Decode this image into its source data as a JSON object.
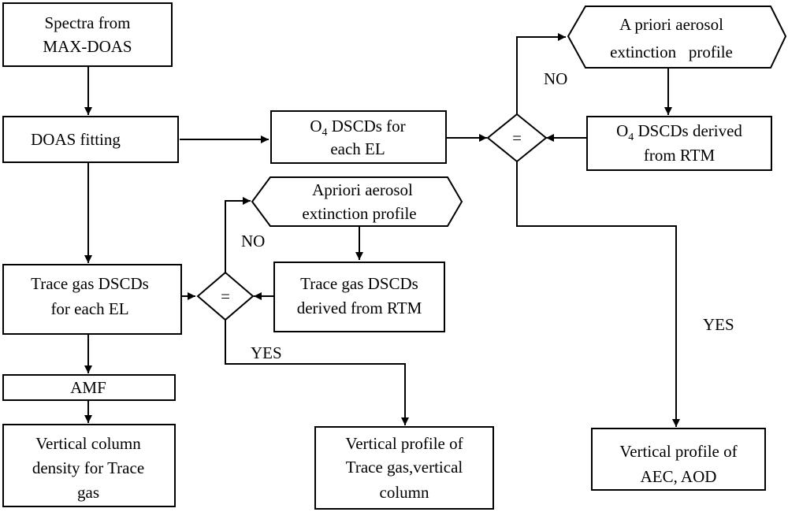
{
  "nodes": {
    "spectra": {
      "lines": [
        "Spectra from",
        "MAX-DOAS"
      ]
    },
    "doas_fitting": {
      "lines": [
        "DOAS fitting"
      ]
    },
    "o4_dscds": {
      "line1_main": "O",
      "line1_sub": "4",
      "line1_rest": " DSCDs for",
      "line2": "each EL"
    },
    "eq_top": {
      "symbol": "="
    },
    "apriori_top": {
      "lines": [
        "A priori aerosol",
        "extinction   profile"
      ]
    },
    "o4_rtm": {
      "line1_main": "O",
      "line1_sub": "4",
      "line1_rest": " DSCDs derived",
      "line2": "from RTM"
    },
    "apriori_mid": {
      "lines": [
        "Apriori aerosol",
        "extinction profile"
      ]
    },
    "trace_dscds": {
      "lines": [
        "Trace gas DSCDs",
        "for each EL"
      ]
    },
    "eq_mid": {
      "symbol": "="
    },
    "trace_rtm": {
      "lines": [
        "Trace gas DSCDs",
        "derived from RTM"
      ]
    },
    "amf": {
      "lines": [
        "AMF"
      ]
    },
    "vcd_trace": {
      "lines": [
        "Vertical column",
        "density for Trace",
        "gas"
      ]
    },
    "vp_trace": {
      "lines": [
        "Vertical profile of",
        "Trace gas,vertical",
        "column"
      ]
    },
    "vp_aec": {
      "lines": [
        "Vertical profile of",
        "AEC, AOD"
      ]
    }
  },
  "edge_labels": {
    "no_top": "NO",
    "no_mid": "NO",
    "yes_mid": "YES",
    "yes_right": "YES"
  }
}
